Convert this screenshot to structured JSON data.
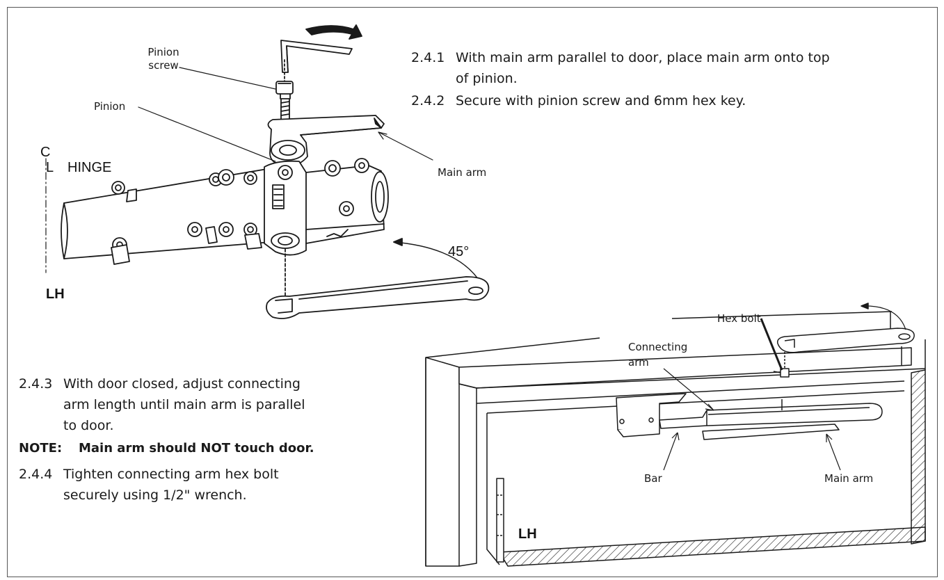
{
  "steps": [
    {
      "num": "2.4.1",
      "lines": [
        "With main arm parallel to door, place main arm onto top",
        "of pinion."
      ]
    },
    {
      "num": "2.4.2",
      "lines": [
        "Secure with pinion screw and 6mm hex key."
      ]
    },
    {
      "num": "2.4.3",
      "lines": [
        "With door closed, adjust connecting",
        "arm length until main arm is parallel",
        "to door."
      ]
    },
    {
      "num": "2.4.4",
      "lines": [
        "Tighten connecting arm hex bolt",
        "securely using 1/2\" wrench."
      ]
    }
  ],
  "note": {
    "label": "NOTE:",
    "text": "Main arm should NOT touch door."
  },
  "figure1": {
    "labels": {
      "pinion_screw": [
        "Pinion",
        "screw"
      ],
      "pinion": "Pinion",
      "main_arm": "Main arm",
      "angle": "45°",
      "centerline_c": "C",
      "centerline_l": "L",
      "hinge": "HINGE",
      "hand": "LH"
    }
  },
  "figure2": {
    "labels": {
      "hex_bolt": "Hex bolt",
      "connecting_arm": [
        "Connecting",
        "arm"
      ],
      "bar": "Bar",
      "main_arm": "Main arm",
      "hand": "LH"
    }
  }
}
